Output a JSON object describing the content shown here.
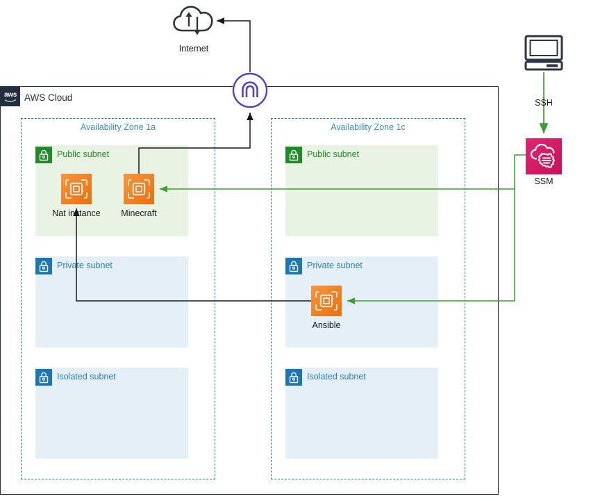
{
  "diagram": {
    "title": "AWS Cloud architecture",
    "colors": {
      "aws_navy": "#232f3e",
      "az_blue": "#3b8dc4",
      "public_green": "#1f8a28",
      "public_fill": "#e9f3e4",
      "private_blue": "#2e7bb5",
      "private_fill": "#e4eff7",
      "ec2_orange": "#ec7211",
      "igw_purple": "#5a3dc0",
      "ssm_pink": "#e7157b",
      "flow_green": "#3f9c35",
      "flow_black": "#16191f"
    }
  },
  "cloud": {
    "logo_text": "aws",
    "label": "AWS Cloud"
  },
  "internet": {
    "label": "Internet",
    "icon": "internet-cloud-icon"
  },
  "internet_gateway": {
    "icon": "internet-gateway-icon"
  },
  "workstation": {
    "icon": "computer-icon",
    "connection_label": "SSH"
  },
  "ssm": {
    "label": "SSM",
    "icon": "aws-systems-manager-icon"
  },
  "availability_zones": [
    {
      "id": "az-1a",
      "label": "Availability Zone 1a",
      "subnets": [
        {
          "id": "public",
          "label": "Public subnet",
          "type": "public",
          "icon": "lock-icon"
        },
        {
          "id": "private",
          "label": "Private subnet",
          "type": "private",
          "icon": "lock-icon"
        },
        {
          "id": "isolated",
          "label": "Isolated subnet",
          "type": "isolated",
          "icon": "lock-icon"
        }
      ],
      "nodes": [
        {
          "id": "nat-instance",
          "label": "Nat instance",
          "icon": "ec2-instance-icon",
          "subnet": "public"
        },
        {
          "id": "minecraft",
          "label": "Minecraft",
          "icon": "ec2-instance-icon",
          "subnet": "public"
        }
      ]
    },
    {
      "id": "az-1c",
      "label": "Availability Zone 1c",
      "subnets": [
        {
          "id": "public",
          "label": "Public subnet",
          "type": "public",
          "icon": "lock-icon"
        },
        {
          "id": "private",
          "label": "Private subnet",
          "type": "private",
          "icon": "lock-icon"
        },
        {
          "id": "isolated",
          "label": "Isolated subnet",
          "type": "isolated",
          "icon": "lock-icon"
        }
      ],
      "nodes": [
        {
          "id": "ansible",
          "label": "Ansible",
          "icon": "ec2-instance-icon",
          "subnet": "private"
        }
      ]
    }
  ],
  "connections": [
    {
      "id": "igw-to-internet",
      "from": "internet-gateway",
      "to": "internet",
      "color": "#16191f",
      "label": ""
    },
    {
      "id": "minecraft-to-igw",
      "from": "minecraft",
      "to": "internet-gateway",
      "color": "#16191f",
      "label": ""
    },
    {
      "id": "igw-to-nat",
      "from": "internet-gateway",
      "to": "nat-instance",
      "color": "#16191f",
      "label": ""
    },
    {
      "id": "ansible-to-nat",
      "from": "ansible",
      "to": "nat-instance",
      "color": "#16191f",
      "label": ""
    },
    {
      "id": "workstation-to-ssm",
      "from": "workstation",
      "to": "ssm",
      "color": "#3f9c35",
      "label": "SSH"
    },
    {
      "id": "ssm-to-minecraft",
      "from": "ssm",
      "to": "minecraft",
      "color": "#3f9c35",
      "label": ""
    },
    {
      "id": "ssm-to-ansible",
      "from": "ssm",
      "to": "ansible",
      "color": "#3f9c35",
      "label": ""
    }
  ]
}
